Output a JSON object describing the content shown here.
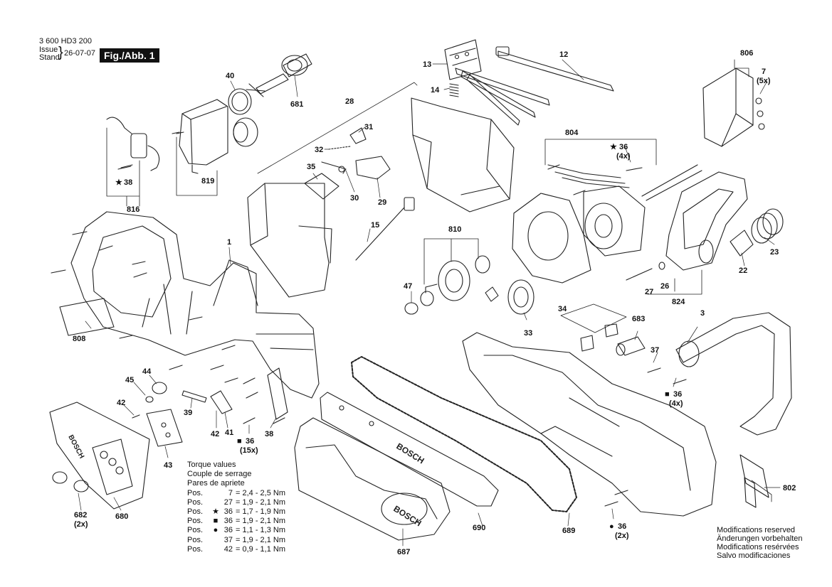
{
  "header": {
    "part_number": "3 600 HD3 200",
    "issue_label": "Issue",
    "stand_label": "Stand",
    "date": "26-07-07",
    "fig_label": "Fig./Abb. 1"
  },
  "callouts": {
    "c12": "12",
    "c13": "13",
    "c14": "14",
    "c40": "40",
    "c681": "681",
    "c28": "28",
    "c31": "31",
    "c32": "32",
    "c35": "35",
    "c30": "30",
    "c29": "29",
    "c819": "819",
    "c38a": "38",
    "c816": "816",
    "c806": "806",
    "c7": "7",
    "c7b": "(5x)",
    "c804": "804",
    "c36a": "36",
    "c36ab": "(4x)",
    "c15": "15",
    "c810": "810",
    "c1": "1",
    "c23": "23",
    "c22": "22",
    "c47": "47",
    "c27": "27",
    "c26": "26",
    "c824": "824",
    "c34": "34",
    "c683": "683",
    "c3": "3",
    "c33": "33",
    "c808": "808",
    "c44": "44",
    "c45": "45",
    "c42": "42",
    "c39": "39",
    "c41": "41",
    "c38b": "38",
    "c43": "43",
    "c36b": "36",
    "c36bb": "(15x)",
    "c37": "37",
    "c36c": "36",
    "c36cb": "(4x)",
    "c682": "682",
    "c682b": "(2x)",
    "c680": "680",
    "c690": "690",
    "c689": "689",
    "c687": "687",
    "c802": "802",
    "c36d": "36",
    "c36db": "(2x)"
  },
  "torque": {
    "title_en": "Torque values",
    "title_fr": "Couple de serrage",
    "title_es": "Pares de apriete",
    "rows": [
      {
        "pos": "Pos.",
        "sym": "",
        "num": "7",
        "val": "= 2,4 - 2,5 Nm"
      },
      {
        "pos": "Pos.",
        "sym": "",
        "num": "27",
        "val": "= 1,9 - 2,1 Nm"
      },
      {
        "pos": "Pos.",
        "sym": "★",
        "num": "36",
        "val": "= 1,7 - 1,9 Nm"
      },
      {
        "pos": "Pos.",
        "sym": "■",
        "num": "36",
        "val": "= 1,9 - 2,1 Nm"
      },
      {
        "pos": "Pos.",
        "sym": "●",
        "num": "36",
        "val": "= 1,1 - 1,3 Nm"
      },
      {
        "pos": "Pos.",
        "sym": "",
        "num": "37",
        "val": "= 1,9 - 2,1 Nm"
      },
      {
        "pos": "Pos.",
        "sym": "",
        "num": "42",
        "val": "= 0,9 - 1,1 Nm"
      }
    ]
  },
  "modifications": {
    "en": "Modifications reserved",
    "de": "Änderungen vorbehalten",
    "fr": "Modifications resérvées",
    "es": "Salvo modificaciones"
  },
  "brand_labels": {
    "cover": "BOSCH",
    "bar": "BOSCH",
    "guard": "BOSCH"
  }
}
